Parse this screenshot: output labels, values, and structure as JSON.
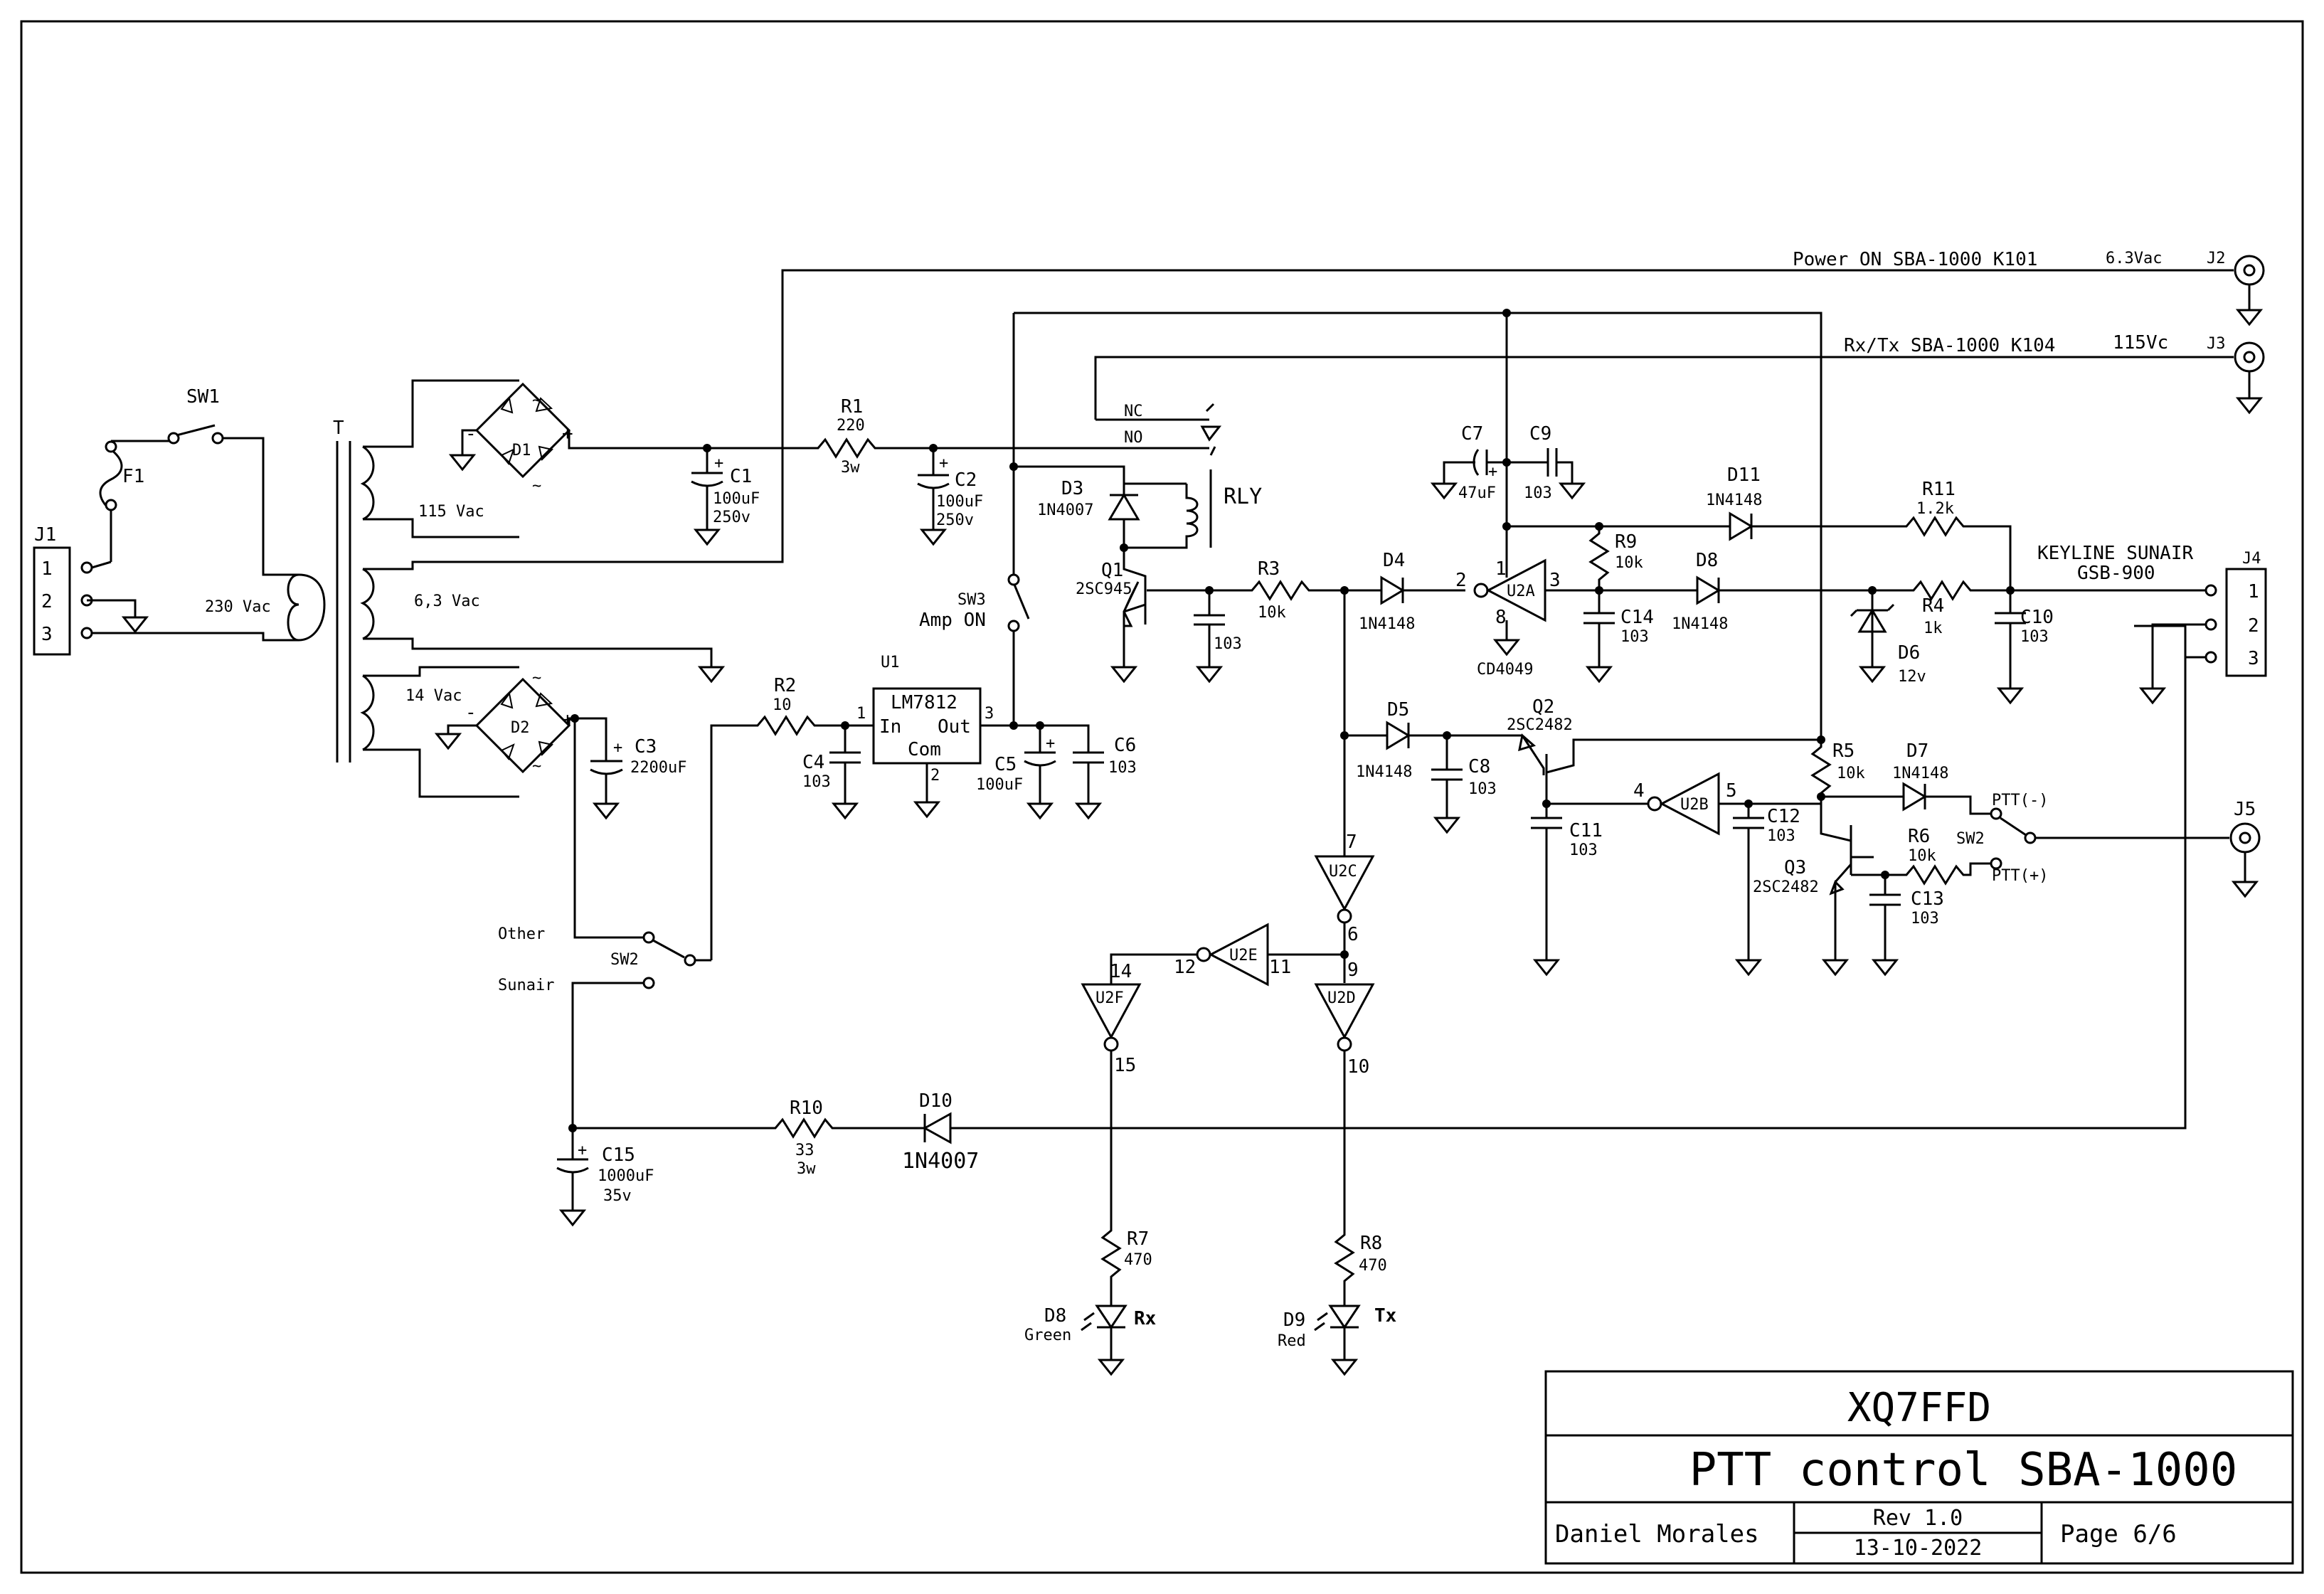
{
  "title_block": {
    "callsign": "XQ7FFD",
    "title": "PTT control SBA-1000",
    "author": "Daniel Morales",
    "rev": "Rev 1.0",
    "date": "13-10-2022",
    "page": "Page 6/6"
  },
  "connectors": {
    "j1": "J1",
    "j1_p1": "1",
    "j1_p2": "2",
    "j1_p3": "3",
    "j2": "J2",
    "j2_desc": "Power ON SBA-1000 K101",
    "j2_volt": "6.3Vac",
    "j3": "J3",
    "j3_desc": "Rx/Tx SBA-1000 K104",
    "j3_volt": "115Vc",
    "j4": "J4",
    "j4_desc1": "KEYLINE SUNAIR",
    "j4_desc2": "GSB-900",
    "j4_p1": "1",
    "j4_p2": "2",
    "j4_p3": "3",
    "j5": "J5"
  },
  "power": {
    "sw1": "SW1",
    "f1": "F1",
    "t": "T",
    "v230": "230 Vac",
    "v115": "115 Vac",
    "v63": "6,3 Vac",
    "v14": "14 Vac",
    "d1": "D1",
    "d2": "D2",
    "plus": "+",
    "minus": "-",
    "tilde": "~",
    "c1": "C1",
    "c1_v": "100uF",
    "c1_r": "250v",
    "r1": "R1",
    "r1_v": "220",
    "r1_w": "3w",
    "c2": "C2",
    "c2_v": "100uF",
    "c2_r": "250v",
    "c3": "C3",
    "c3_v": "2200uF",
    "r2": "R2",
    "r2_v": "10",
    "c4": "C4",
    "c4_v": "103",
    "u1": "U1",
    "u1_part": "LM7812",
    "u1_in": "In",
    "u1_out": "Out",
    "u1_com": "Com",
    "u1_p1": "1",
    "u1_p2": "2",
    "u1_p3": "3",
    "c5": "C5",
    "c5_v": "100uF",
    "c6": "C6",
    "c6_v": "103",
    "sw2a": "SW2",
    "other": "Other",
    "sunair": "Sunair",
    "c15": "C15",
    "c15_v": "1000uF",
    "c15_r": "35v",
    "r10": "R10",
    "r10_v": "33",
    "r10_w": "3w",
    "d10": "D10",
    "d10_v": "1N4007"
  },
  "relay": {
    "nc": "NC",
    "no": "NO",
    "rly": "RLY",
    "d3": "D3",
    "d3_v": "1N4007",
    "sw3": "SW3",
    "sw3_v": "Amp ON",
    "q1": "Q1",
    "q1_v": "2SC945",
    "c103a": "103",
    "r3": "R3",
    "r3_v": "10k"
  },
  "logic": {
    "d4": "D4",
    "d4_v": "1N4148",
    "c7": "C7",
    "c7_v": "47uF",
    "c9": "C9",
    "c9_v": "103",
    "d11": "D11",
    "d11_v": "1N4148",
    "r11": "R11",
    "r11_v": "1.2k",
    "u2a": "U2A",
    "u2a_p1": "1",
    "u2a_p2": "2",
    "u2a_p3": "3",
    "u2a_p8": "8",
    "cd4049": "CD4049",
    "r9": "R9",
    "r9_v": "10k",
    "c14": "C14",
    "c14_v": "103",
    "d8a": "D8",
    "d8a_v": "1N4148",
    "r4": "R4",
    "r4_v": "1k",
    "d6": "D6",
    "d6_v": "12v",
    "c10": "C10",
    "c10_v": "103",
    "d5": "D5",
    "d5_v": "1N4148",
    "c8": "C8",
    "c8_v": "103",
    "q2": "Q2",
    "q2_v": "2SC2482",
    "c11": "C11",
    "c11_v": "103",
    "u2b": "U2B",
    "u2b_p4": "4",
    "u2b_p5": "5",
    "c12": "C12",
    "c12_v": "103",
    "r5": "R5",
    "r5_v": "10k",
    "d7": "D7",
    "d7_v": "1N4148",
    "ptt_minus": "PTT(-)",
    "ptt_plus": "PTT(+)",
    "sw2b": "SW2",
    "r6": "R6",
    "r6_v": "10k",
    "q3": "Q3",
    "q3_v": "2SC2482",
    "c13": "C13",
    "c13_v": "103",
    "u2c": "U2C",
    "u2c_p7": "7",
    "u2c_p6": "6",
    "u2e": "U2E",
    "u2e_p11": "11",
    "u2e_p12": "12",
    "u2d": "U2D",
    "u2d_p9": "9",
    "u2d_p10": "10",
    "u2f": "U2F",
    "u2f_p14": "14",
    "u2f_p15": "15",
    "r7": "R7",
    "r7_v": "470",
    "r8": "R8",
    "r8_v": "470",
    "d8b": "D8",
    "d8b_v": "Green",
    "rx": "Rx",
    "d9": "D9",
    "d9_v": "Red",
    "tx": "Tx"
  }
}
